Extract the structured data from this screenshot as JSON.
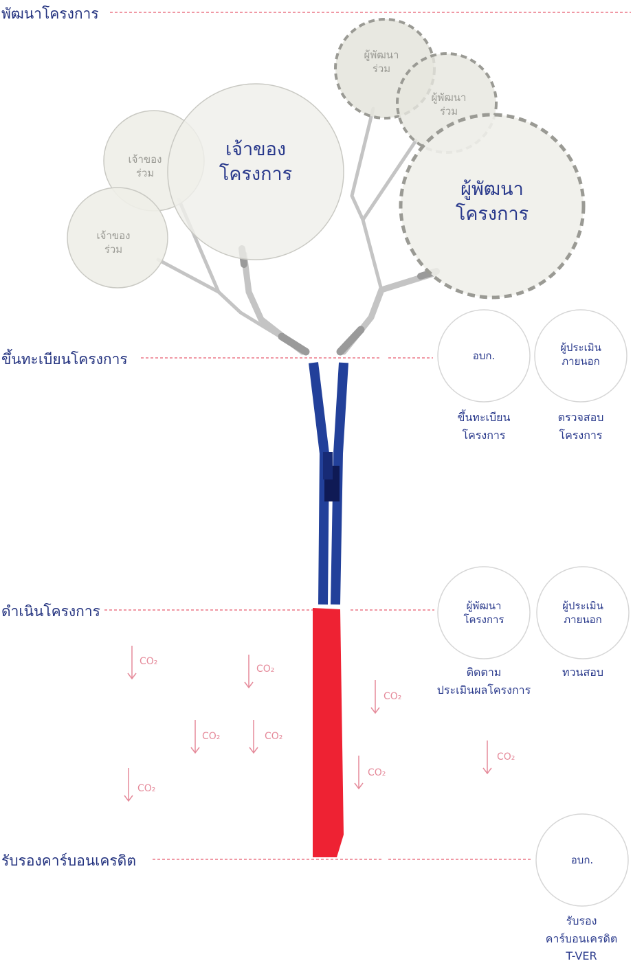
{
  "stages": [
    {
      "label": "พัฒนาโครงการ"
    },
    {
      "label": "ขึ้นทะเบียนโครงการ"
    },
    {
      "label": "ดำเนินโครงการ"
    },
    {
      "label": "รับรองคาร์บอนเครดิต"
    }
  ],
  "tree_bubbles": {
    "owner_main": [
      "เจ้าของ",
      "โครงการ"
    ],
    "developer_main": [
      "ผู้พัฒนา",
      "โครงการ"
    ],
    "co_owner_1": [
      "เจ้าของ",
      "ร่วม"
    ],
    "co_owner_2": [
      "เจ้าของ",
      "ร่วม"
    ],
    "co_developer_1": [
      "ผู้พัฒนา",
      "ร่วม"
    ],
    "co_developer_2": [
      "ผู้พัฒนา",
      "ร่วม"
    ]
  },
  "registration": {
    "tgo": {
      "role": "อบก.",
      "caption": [
        "ขึ้นทะเบียน",
        "โครงการ"
      ]
    },
    "validator": {
      "role": [
        "ผู้ประเมิน",
        "ภายนอก"
      ],
      "caption": [
        "ตรวจสอบ",
        "โครงการ"
      ]
    }
  },
  "implementation": {
    "developer": {
      "role": [
        "ผู้พัฒนา",
        "โครงการ"
      ],
      "caption": [
        "ติดตาม",
        "ประเมินผลโครงการ"
      ]
    },
    "verifier": {
      "role": [
        "ผู้ประเมิน",
        "ภายนอก"
      ],
      "caption": [
        "ทวนสอบ"
      ]
    }
  },
  "certification": {
    "tgo": {
      "role": "อบก.",
      "caption": [
        "รับรอง",
        "คาร์บอนเครดิต",
        "T-VER"
      ]
    }
  },
  "co2_marker": "CO₂",
  "colors": {
    "navy": "#2a3a8c",
    "dash_red": "#e0304a",
    "trunk_blue": "#22409a",
    "trunk_red": "#ee2233",
    "bubble_fill": "#eeeee8",
    "bubble_stroke": "#c9c9c3",
    "dashed_stroke": "#9a9a94",
    "co2_pink": "#e58a9a"
  }
}
